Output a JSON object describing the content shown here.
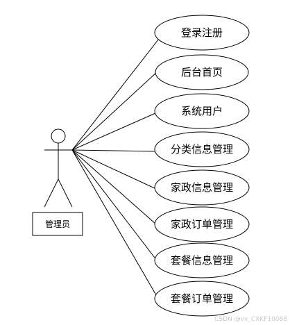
{
  "actor": {
    "label": "管理员"
  },
  "use_cases": [
    {
      "label": "登录注册"
    },
    {
      "label": "后台首页"
    },
    {
      "label": "系统用户"
    },
    {
      "label": "分类信息管理"
    },
    {
      "label": "家政信息管理"
    },
    {
      "label": "家政订单管理"
    },
    {
      "label": "套餐信息管理"
    },
    {
      "label": "套餐订单管理"
    }
  ],
  "watermark": "CSDN @vx_CXKF10088"
}
